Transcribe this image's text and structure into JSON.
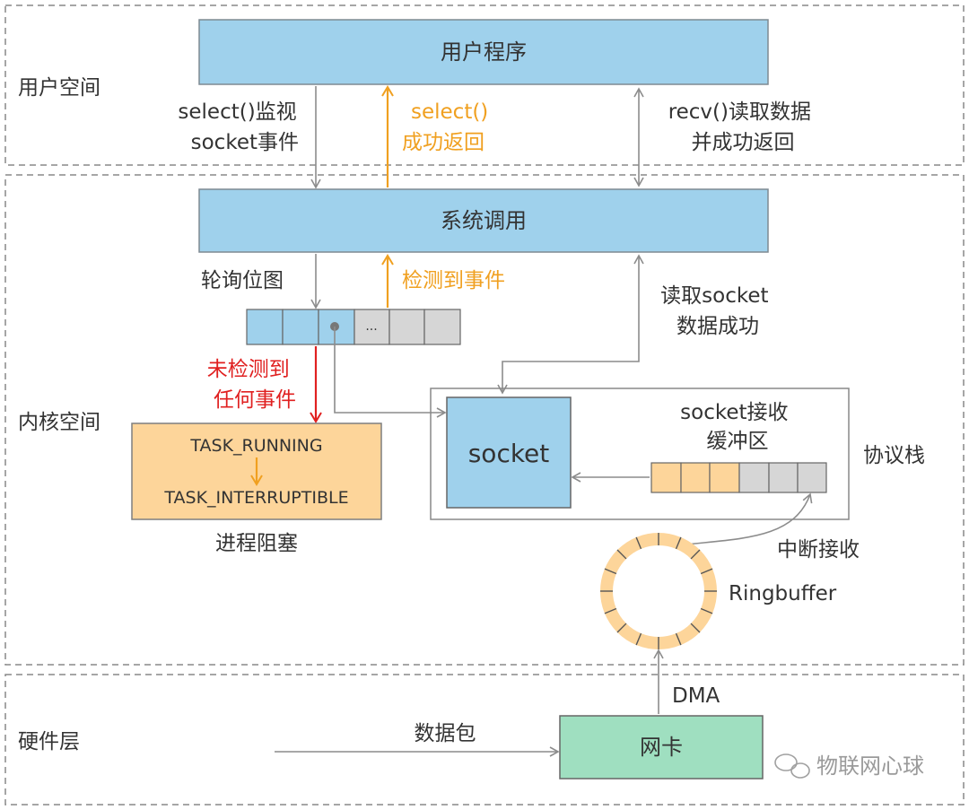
{
  "zones": {
    "user": "用户空间",
    "kernel": "内核空间",
    "hardware": "硬件层"
  },
  "boxes": {
    "user_program": "用户程序",
    "syscall": "系统调用",
    "socket": "socket",
    "nic": "网卡",
    "process_blocked": {
      "state_running": "TASK_RUNNING",
      "state_interruptible": "TASK_INTERRUPTIBLE",
      "caption": "进程阻塞"
    },
    "protocol_stack": "协议栈",
    "recv_buffer": [
      "socket接收",
      "缓冲区"
    ],
    "ringbuffer": "Ringbuffer",
    "bitmap_ellipsis": "..."
  },
  "labels": {
    "select_watch": [
      "select()监视",
      "socket事件"
    ],
    "select_return": [
      "select()",
      "成功返回"
    ],
    "recv_data": [
      "recv()读取数据",
      "并成功返回"
    ],
    "poll_bitmap": "轮询位图",
    "event_detected": "检测到事件",
    "no_event": [
      "未检测到",
      "任何事件"
    ],
    "read_socket": [
      "读取socket",
      "数据成功"
    ],
    "irq_receive": "中断接收",
    "dma": "DMA",
    "packet": "数据包"
  },
  "watermark": "物联网心球",
  "colors": {
    "box_blue": "#9fd1ec",
    "box_green": "#9fdfc0",
    "box_orange": "#fdd59a",
    "cell_gray": "#d6d6d6",
    "dashed_border": "#888888",
    "arrow_gray": "#8c8c8c",
    "arrow_orange": "#f0a020",
    "arrow_red": "#e02020"
  }
}
